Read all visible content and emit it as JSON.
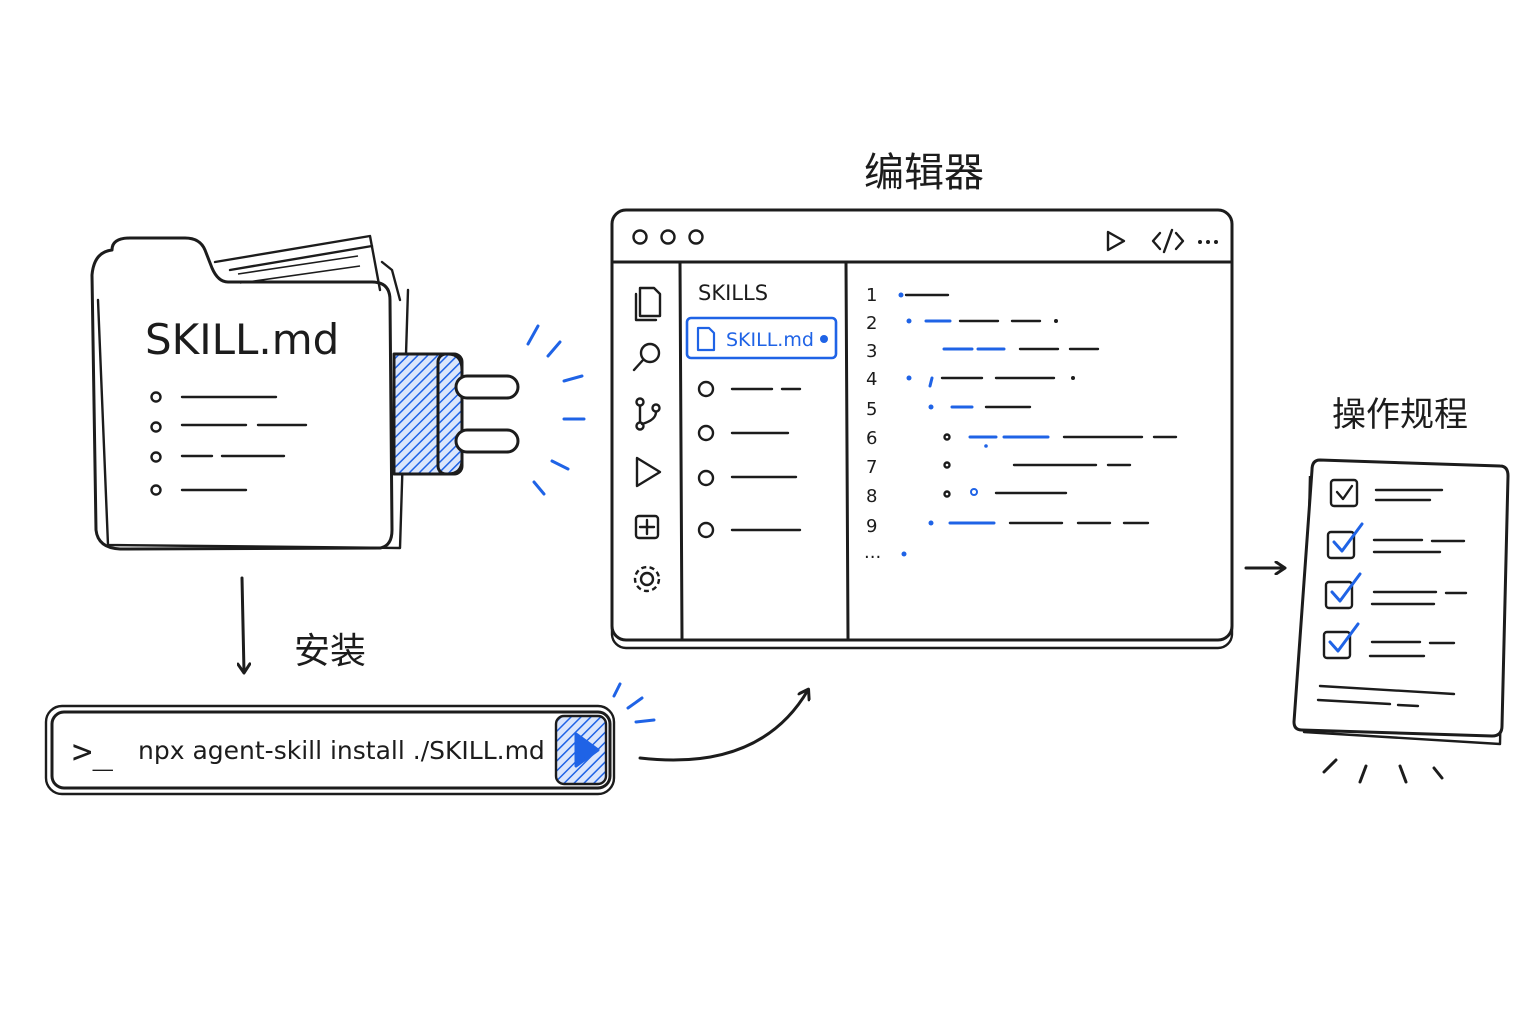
{
  "skill_file": {
    "title": "SKILL.md",
    "bullet_count": 4
  },
  "install": {
    "label": "安装",
    "prompt_symbol": ">_",
    "command": "npx agent-skill install ./SKILL.md"
  },
  "editor": {
    "title": "编辑器",
    "sidebar_title": "SKILLS",
    "selected_file": "SKILL.md",
    "line_numbers": [
      "1",
      "2",
      "3",
      "4",
      "5",
      "6",
      "7",
      "8",
      "9"
    ],
    "more_indicator": "...",
    "toolbar_icons": [
      "play-icon",
      "code-icon",
      "more-icon"
    ],
    "activity_icons": [
      "files-icon",
      "search-icon",
      "branch-icon",
      "run-icon",
      "extensions-icon",
      "settings-icon"
    ]
  },
  "procedure": {
    "title": "操作规程",
    "checked_count": 4
  },
  "colors": {
    "ink": "#1c1c1c",
    "accent": "#1f63e6"
  }
}
